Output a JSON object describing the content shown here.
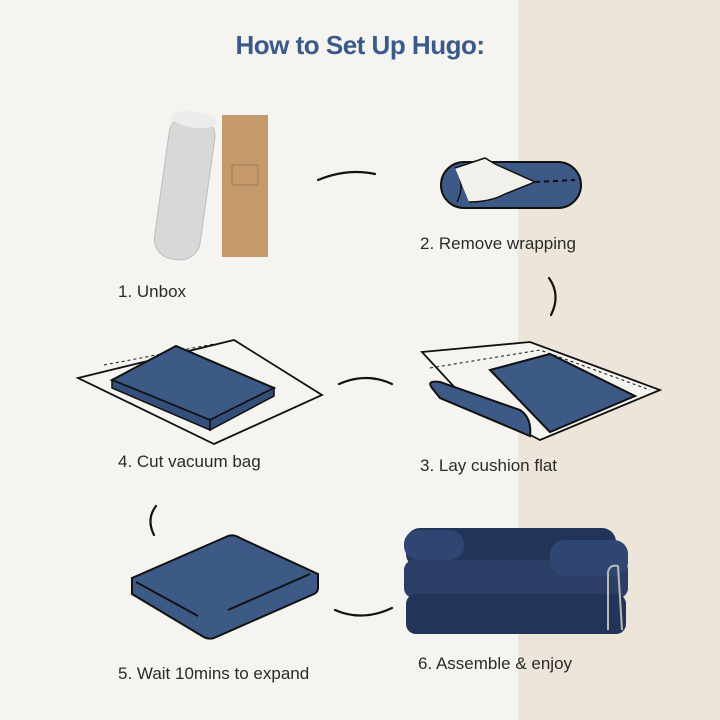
{
  "title": "How to Set Up Hugo:",
  "steps": [
    {
      "number": 1,
      "label": "1. Unbox"
    },
    {
      "number": 2,
      "label": "2. Remove wrapping"
    },
    {
      "number": 3,
      "label": "3. Lay cushion flat"
    },
    {
      "number": 4,
      "label": "4. Cut vacuum bag"
    },
    {
      "number": 5,
      "label": "5. Wait 10mins to expand"
    },
    {
      "number": 6,
      "label": "6. Assemble & enjoy"
    }
  ],
  "colors": {
    "accent": "#3a5a8c",
    "cushion": "#3d5a87",
    "bg_left": "#f6f4f0",
    "bg_right": "#ede5da",
    "box": "#c49a6c"
  }
}
